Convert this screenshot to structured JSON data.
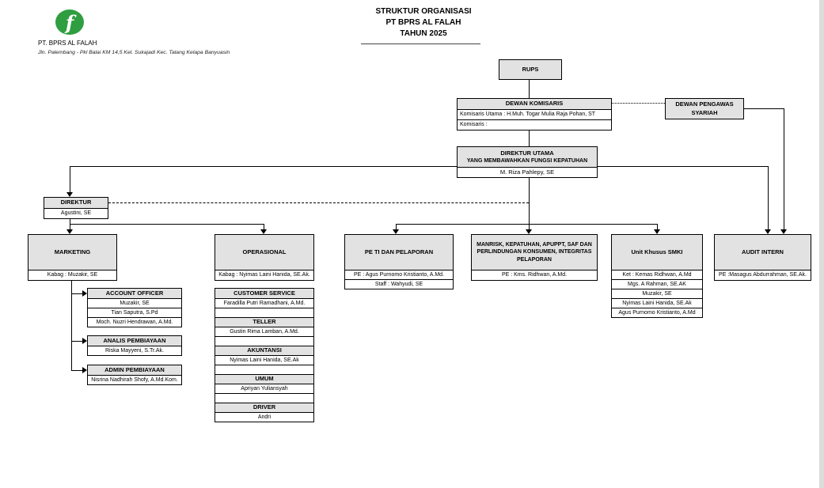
{
  "colors": {
    "header_fill": "#e2e2e2",
    "line": "#000000",
    "logo_green": "#2f9e41",
    "page_edge": "#dcdcdc"
  },
  "header": {
    "logo_letter": "f",
    "company_name": "PT. BPRS AL FALAH",
    "address": "Jln. Palembang - Pkl Balai KM 14,5 Kel. Sukajadi Kec. Talang Kelapa Banyuasin",
    "title_line1": "STRUKTUR ORGANISASI",
    "title_line2": "PT BPRS AL FALAH",
    "title_line3": "TAHUN 2025"
  },
  "org": {
    "rups": {
      "title": "RUPS"
    },
    "dewan_komisaris": {
      "title": "DEWAN KOMISARIS",
      "rows": [
        "Komisaris Utama : H.Muh. Togar Mulia Raja Pohan, ST",
        "Komisaris :"
      ]
    },
    "dewan_pengawas_syariah": {
      "title": "DEWAN PENGAWAS SYARIAH"
    },
    "direktur_utama": {
      "title": "DIREKTUR UTAMA",
      "subtitle": "YANG MEMBAWAHKAN FUNGSI KEPATUHAN",
      "name": "M. Riza Pahlepy, SE"
    },
    "direktur": {
      "title": "DIREKTUR",
      "name": "Agustini, SE"
    },
    "marketing": {
      "title": "MARKETING",
      "kabag": "Kabag : Muzakir, SE"
    },
    "operasional": {
      "title": "OPERASIONAL",
      "kabag": "Kabag : Nyimas Laini Hanida, SE.Ak."
    },
    "pe_ti_pelaporan": {
      "title": "PE TI DAN PELAPORAN",
      "rows": [
        "PE : Agus Purnomo Kristianto, A.Md.",
        "Staff : Wahyudi, SE"
      ]
    },
    "manrisk": {
      "title": "MANRISK, KEPATUHAN, APUPPT, SAF DAN PERLINDUNGAN KONSUMEN, INTEGRITAS PELAPORAN",
      "rows": [
        "PE : Kms. Ridhwan, A.Md."
      ]
    },
    "unit_khusus_smki": {
      "title": "Unit Khusus SMKI",
      "rows": [
        "Ket : Kemas Ridhwan, A.Md",
        "Mgs. A Rahman, SE.AK",
        "Muzakir, SE",
        "Nyimas Laini Hanida, SE.Ak",
        "Agus Purnomo Kristianto, A.Md"
      ]
    },
    "audit_intern": {
      "title": "AUDIT INTERN",
      "rows": [
        "PE :Masagus Abdurrahman, SE.Ak."
      ]
    },
    "account_officer": {
      "title": "ACCOUNT OFFICER",
      "members": [
        "Muzakir, SE",
        "Tian Saputra, S.Pd",
        "Moch. Nuzri Hendrawan, A.Md."
      ]
    },
    "analis_pembiayaan": {
      "title": "ANALIS PEMBIAYAAN",
      "members": [
        "Riska Mayyeni, S.Tr.Ak."
      ]
    },
    "admin_pembiayaan": {
      "title": "ADMIN PEMBIAYAAN",
      "members": [
        "Nisrina Nadhirah Shofy, A.Md.Kom."
      ]
    },
    "customer_service": {
      "title": "CUSTOMER SERVICE",
      "members": [
        "Faradilla Putri Ramadhani, A.Md."
      ]
    },
    "teller": {
      "title": "TELLER",
      "members": [
        "Gustin Rima Lamban, A.Md."
      ]
    },
    "akuntansi": {
      "title": "AKUNTANSI",
      "members": [
        "Nyimas Laini Hanida, SE.Ak"
      ]
    },
    "umum": {
      "title": "UMUM",
      "members": [
        "Apriyan Yuliansyah"
      ]
    },
    "driver": {
      "title": "DRIVER",
      "members": [
        "Andri"
      ]
    }
  }
}
